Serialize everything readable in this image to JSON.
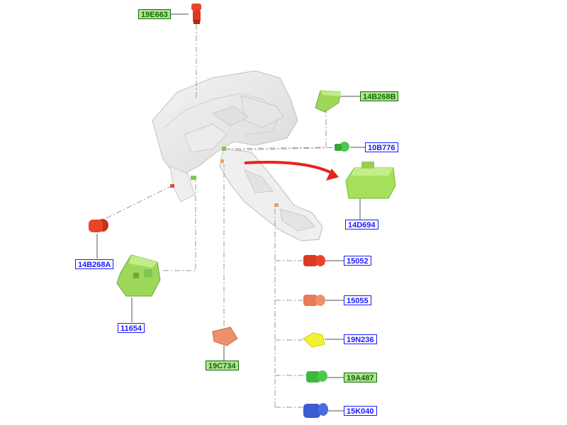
{
  "callouts": {
    "c1": {
      "text": "19E663",
      "style": "green"
    },
    "c2": {
      "text": "14B268B",
      "style": "green"
    },
    "c3": {
      "text": "10B776",
      "style": "blue"
    },
    "c4": {
      "text": "14D694",
      "style": "blue"
    },
    "c5": {
      "text": "14B268A",
      "style": "blue"
    },
    "c6": {
      "text": "11654",
      "style": "blue"
    },
    "c7": {
      "text": "19C734",
      "style": "green"
    },
    "c8": {
      "text": "15052",
      "style": "blue"
    },
    "c9": {
      "text": "15055",
      "style": "blue"
    },
    "c10": {
      "text": "19N236",
      "style": "blue"
    },
    "c11": {
      "text": "19A487",
      "style": "green"
    },
    "c12": {
      "text": "15K040",
      "style": "blue"
    }
  },
  "colors": {
    "green_label_bg": "#b5e48c",
    "green_label_border": "#0b6b0b",
    "blue_label_border": "#1a1aff",
    "arrow": "#e8231a",
    "part_red": "#e8442a",
    "part_salmon": "#f0906a",
    "part_yellow": "#f2f230",
    "part_green": "#4cc94c",
    "part_lime": "#a6e05a",
    "part_blue": "#4a6de0",
    "dash_line": "#999999"
  }
}
